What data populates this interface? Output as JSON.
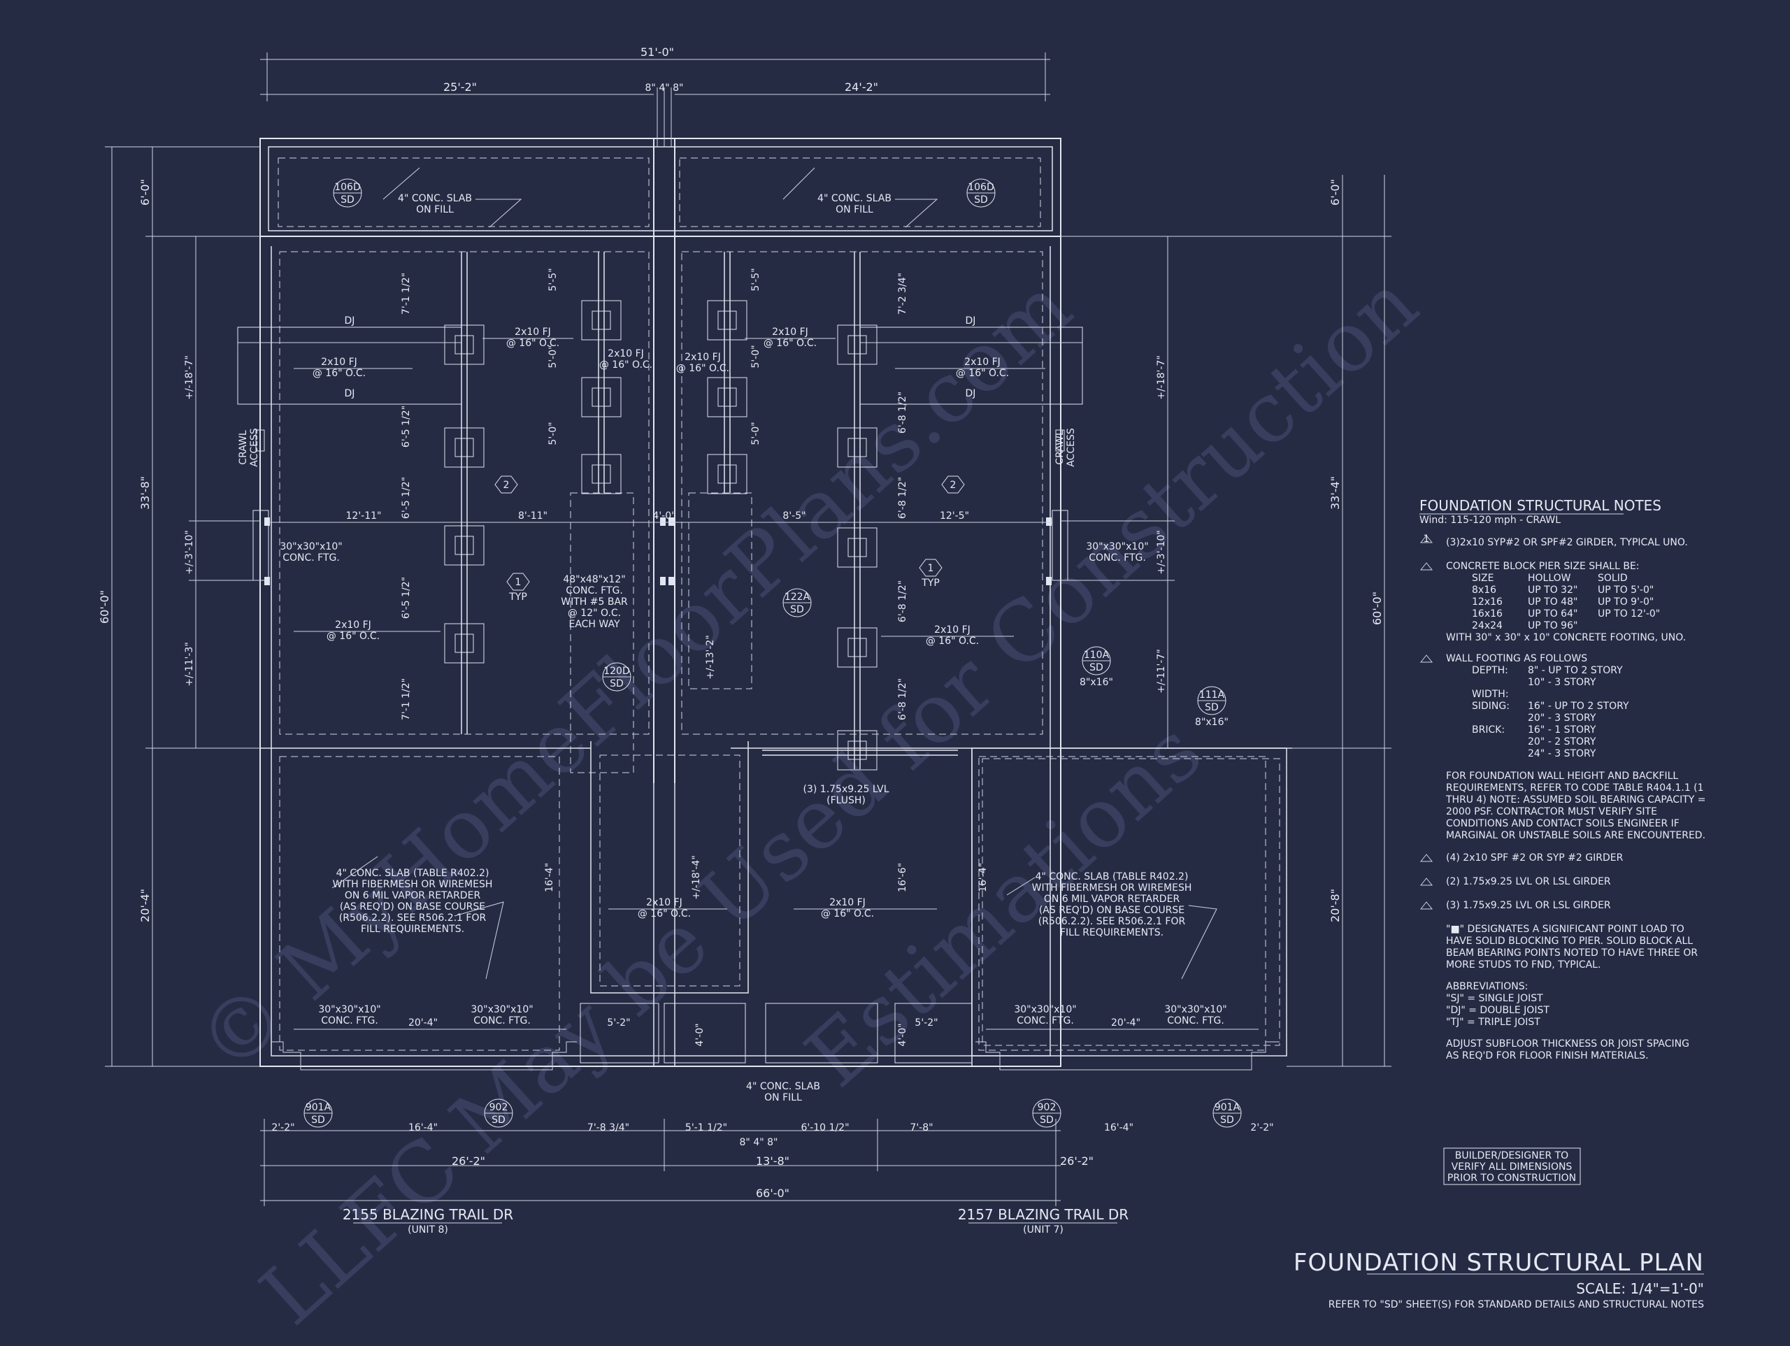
{
  "colors": {
    "background": "#262b44",
    "linework": "#e2e6f0",
    "watermark": "#3a4160"
  },
  "watermark": {
    "line1": "© MyHomeFloorPlans.com",
    "line2": "LLFC May be Used for Construction",
    "line3": "Estimations"
  },
  "title_block": {
    "title": "FOUNDATION STRUCTURAL PLAN",
    "scale": "SCALE: 1/4\"=1'-0\"",
    "refer": "REFER TO \"SD\" SHEET(S) FOR STANDARD DETAILS AND STRUCTURAL NOTES"
  },
  "builder_note": [
    "BUILDER/DESIGNER TO",
    "VERIFY ALL DIMENSIONS",
    "PRIOR TO CONSTRUCTION"
  ],
  "units": [
    {
      "address": "2155 BLAZING TRAIL DR",
      "unit": "(UNIT 8)"
    },
    {
      "address": "2157 BLAZING TRAIL DR",
      "unit": "(UNIT 7)"
    }
  ],
  "notes": {
    "heading": "FOUNDATION STRUCTURAL NOTES",
    "wind": "Wind: 115-120 mph - CRAWL",
    "n1": "(3)2x10 SYP#2 OR SPF#2 GIRDER, TYPICAL UNO.",
    "n2": "CONCRETE BLOCK PIER SIZE SHALL BE:",
    "pier_table": {
      "headers": [
        "SIZE",
        "HOLLOW",
        "SOLID"
      ],
      "rows": [
        [
          "8x16",
          "UP TO 32\"",
          "UP TO 5'-0\""
        ],
        [
          "12x16",
          "UP TO 48\"",
          "UP TO 9'-0\""
        ],
        [
          "16x16",
          "UP TO 64\"",
          "UP TO 12'-0\""
        ],
        [
          "24x24",
          "UP TO 96\"",
          ""
        ]
      ]
    },
    "n2b": "WITH 30\" x 30\" x 10\" CONCRETE FOOTING, UNO.",
    "n3": "WALL FOOTING AS FOLLOWS",
    "depth_label": "DEPTH:",
    "depth": [
      "8\" - UP TO 2 STORY",
      "10\" - 3 STORY"
    ],
    "width_label": "WIDTH:",
    "siding_label": "SIDING:",
    "siding": [
      "16\" - UP TO 2 STORY",
      "20\" - 3 STORY"
    ],
    "brick_label": "BRICK:",
    "brick": [
      "16\" - 1 STORY",
      "20\" - 2 STORY",
      "24\" - 3 STORY"
    ],
    "soil": [
      "FOR FOUNDATION WALL HEIGHT AND BACKFILL",
      "REQUIREMENTS, REFER TO CODE TABLE R404.1.1 (1",
      "THRU 4) NOTE: ASSUMED SOIL BEARING CAPACITY =",
      "2000 PSF. CONTRACTOR MUST VERIFY SITE",
      "CONDITIONS AND CONTACT SOILS ENGINEER IF",
      "MARGINAL OR UNSTABLE SOILS ARE ENCOUNTERED."
    ],
    "n4": "(4) 2x10 SPF #2 OR SYP #2 GIRDER",
    "n5": "(2) 1.75x9.25 LVL OR LSL GIRDER",
    "n6": "(3) 1.75x9.25 LVL OR LSL GIRDER",
    "n7": [
      "\"■\" DESIGNATES A SIGNIFICANT POINT LOAD TO",
      "HAVE SOLID BLOCKING TO PIER. SOLID BLOCK ALL",
      "BEAM BEARING POINTS NOTED TO HAVE THREE OR",
      "MORE STUDS TO FND, TYPICAL."
    ],
    "n8": "ABBREVIATIONS:",
    "abbr": [
      "\"SJ\" = SINGLE JOIST",
      "\"DJ\" = DOUBLE JOIST",
      "\"TJ\" = TRIPLE JOIST"
    ],
    "n9": [
      "ADJUST SUBFLOOR THICKNESS OR JOIST SPACING",
      "AS REQ'D FOR FLOOR FINISH MATERIALS."
    ]
  },
  "dims": {
    "overall_top": "51'-0\"",
    "top_left": "25'-2\"",
    "top_mid": "8\" 4\" 8\"",
    "top_right": "24'-2\"",
    "left_overall": "60'-0\"",
    "right_overall": "60'-0\"",
    "left_6": "6'-0\"",
    "left_33": "33'-8\"",
    "left_20": "20'-4\"",
    "right_6": "6'-0\"",
    "right_33": "33'-4\"",
    "right_20": "20'-8\"",
    "left_a": "+/-18'-7\"",
    "left_b": "+/-3'-10\"",
    "left_c": "+/-11'-3\"",
    "right_a": "+/-18'-7\"",
    "right_b": "+/-3'-10\"",
    "right_c": "+/-11'-7\"",
    "row1": "12'-11\"",
    "row2": "8'-11\"",
    "row3": "4'-0\"",
    "row4": "8'-5\"",
    "row5": "12'-5\"",
    "bot1": [
      "2'-2\"",
      "16'-4\"",
      "7'-8 3/4\"",
      "5'-1 1/2\"",
      "6'-10 1/2\"",
      "7'-8\"",
      "16'-4\"",
      "2'-2\""
    ],
    "bot_mid": "8\" 4\" 8\"",
    "bot2": [
      "26'-2\"",
      "13'-8\"",
      "26'-2\""
    ],
    "overall_bottom": "66'-0\"",
    "v_5_5": "5'-5\"",
    "v_5_0": "5'-0\"",
    "v_7_1": "7'-1 1/2\"",
    "v_6_5": "6'-5 1/2\"",
    "v_6_8": "6'-8 1/2\"",
    "v_7_2": "7'-2 3/4\"",
    "v_16_4": "16'-4\"",
    "v_16_6": "16'-6\"",
    "v_18_4": "+/-18'-4\"",
    "v_13_2": "+/-13'-2\"",
    "v_4_0": "4'-0\"",
    "v_5_2": "5'-2\"",
    "v_20_4": "20'-4\""
  },
  "labels": {
    "slab_on_fill": [
      "4\" CONC. SLAB",
      "ON FILL"
    ],
    "fj": [
      "2x10 FJ",
      "@ 16\" O.C."
    ],
    "dj": "DJ",
    "ftg": [
      "30\"x30\"x10\"",
      "CONC. FTG."
    ],
    "crawl": [
      "CRAWL",
      "ACCESS"
    ],
    "big_ftg": [
      "48\"x48\"x12\"",
      "CONC. FTG.",
      "WITH #5 BAR",
      "@ 12\" O.C.",
      "EACH WAY"
    ],
    "slab_left": [
      "4\" CONC. SLAB (TABLE R402.2)",
      "WITH FIBERMESH OR WIREMESH",
      "ON 6 MIL VAPOR RETARDER",
      "(AS REQ'D) ON BASE COURSE",
      "(R506.2.2). SEE R506.2.1 FOR",
      "FILL REQUIREMENTS."
    ],
    "lvl": [
      "(3) 1.75x9.25 LVL",
      "(FLUSH)"
    ],
    "typ": "TYP",
    "vent": "8\"x16\""
  },
  "tags": {
    "t106d": [
      "106D",
      "SD"
    ],
    "t122a": [
      "122A",
      "SD"
    ],
    "t120d": [
      "120D",
      "SD"
    ],
    "t110a": [
      "110A",
      "SD"
    ],
    "t111a": [
      "111A",
      "SD"
    ],
    "t901a": [
      "901A",
      "SD"
    ],
    "t902": [
      "902",
      "SD"
    ],
    "h1": "1",
    "h2": "2"
  }
}
